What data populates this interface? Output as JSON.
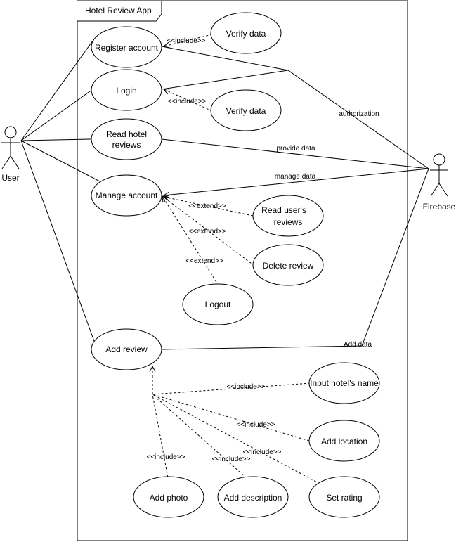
{
  "system": {
    "title": "Hotel Review App"
  },
  "actors": {
    "user": "User",
    "firebase": "Firebase"
  },
  "use_cases": {
    "register": "Register account",
    "verify1": "Verify data",
    "login": "Login",
    "verify2": "Verify data",
    "read_reviews": [
      "Read hotel",
      "reviews"
    ],
    "manage": "Manage account",
    "read_user_reviews": [
      "Read user's",
      "reviews"
    ],
    "delete_review": "Delete review",
    "logout": "Logout",
    "add_review": "Add review",
    "input_hotel": "Input hotel's name",
    "add_location": "Add location",
    "add_photo": "Add photo",
    "add_description": "Add description",
    "set_rating": "Set rating"
  },
  "relations": {
    "include_register_verify": "<<include>>",
    "include_login_verify": "<<include>>",
    "extend_read_user": "<<extend>>",
    "extend_delete": "<<extend>>",
    "extend_logout": "<<extend>>",
    "include_input_hotel": "<<include>>",
    "include_location": "<<include>>",
    "include_rating": "<<include>>",
    "include_description": "<<include>>",
    "include_photo": "<<include>>",
    "authorization": "authorization",
    "provide_data": "provide data",
    "manage_data": "manage data",
    "add_data": "Add data"
  }
}
